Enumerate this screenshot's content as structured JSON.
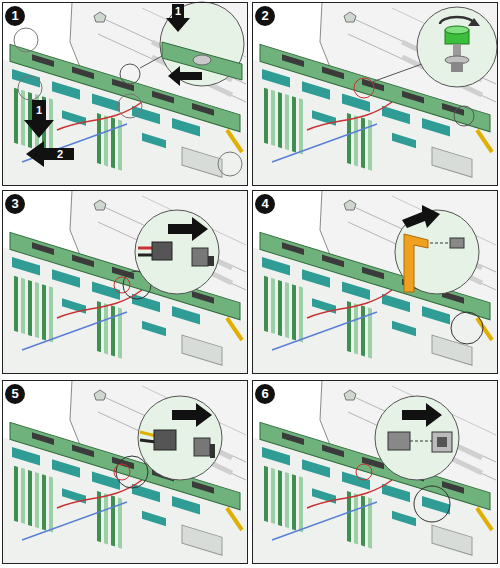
{
  "diagram": {
    "nodes": [
      {
        "text": [
          "1"
        ]
      },
      {
        "text": [
          "2"
        ]
      },
      {
        "text": [
          "3"
        ]
      },
      {
        "text": [
          "4"
        ]
      },
      {
        "text": [
          "5"
        ]
      },
      {
        "text": [
          "6"
        ]
      }
    ],
    "labels": [
      "1",
      "1",
      "2"
    ]
  }
}
